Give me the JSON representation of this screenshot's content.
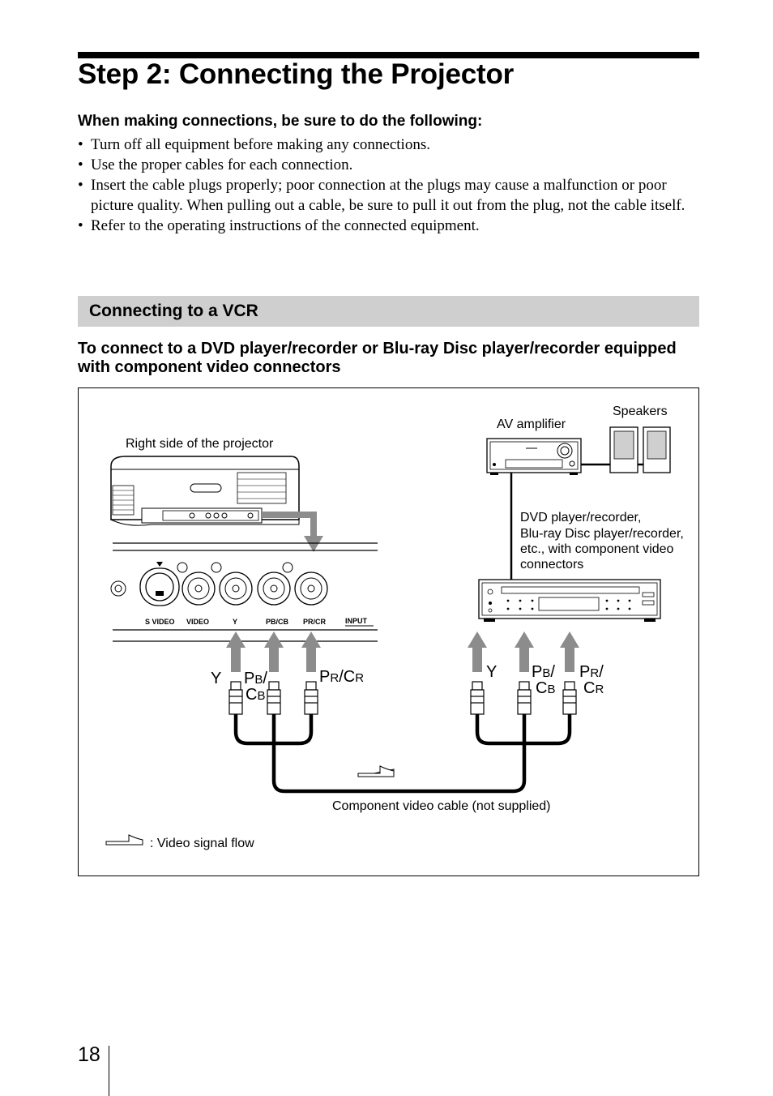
{
  "page": {
    "title": "Step 2: Connecting the Projector",
    "page_number": "18"
  },
  "intro": {
    "heading": "When making connections, be sure to do the following:",
    "bullets": [
      "Turn off all equipment before making any connections.",
      "Use the proper cables for each connection.",
      "Insert the cable plugs properly; poor connection at the plugs may cause a malfunction or poor picture quality. When pulling out a cable, be sure to pull it out from the plug, not the cable itself.",
      "Refer to the operating instructions of the connected equipment."
    ]
  },
  "section": {
    "title": "Connecting to a VCR",
    "sub_heading": "To connect to a DVD player/recorder or Blu-ray Disc player/recorder equipped with component video connectors"
  },
  "figure": {
    "label_projector_side": "Right side of the projector",
    "label_av_amplifier": "AV amplifier",
    "label_speakers": "Speakers",
    "dvd_label_lines": [
      "DVD player/recorder,",
      "Blu-ray Disc player/recorder,",
      "etc., with component video",
      "connectors"
    ],
    "label_cable": "Component video cable (not supplied)",
    "legend_text": ": Video signal flow",
    "panel_labels": {
      "s_video": "S VIDEO",
      "video": "VIDEO",
      "y": "Y",
      "pb_cb": "PB/CB",
      "pr_cr": "PR/CR",
      "input": "INPUT"
    },
    "proj_plugs": {
      "y": "Y",
      "pb": "P",
      "pb_sub": "B",
      "pb_slash": "/",
      "cb": "C",
      "cb_sub": "B",
      "pr": "P",
      "pr_sub": "R",
      "pr_slash": "/C",
      "cr_sub": "R"
    },
    "dvd_plugs": {
      "y": "Y",
      "pb": "P",
      "pb_sub": "B",
      "pb_slash": "/",
      "cb": "C",
      "cb_sub": "B",
      "pr": "P",
      "pr_sub": "R",
      "pr_slash": "/",
      "cr": "C",
      "cr_sub": "R"
    }
  }
}
